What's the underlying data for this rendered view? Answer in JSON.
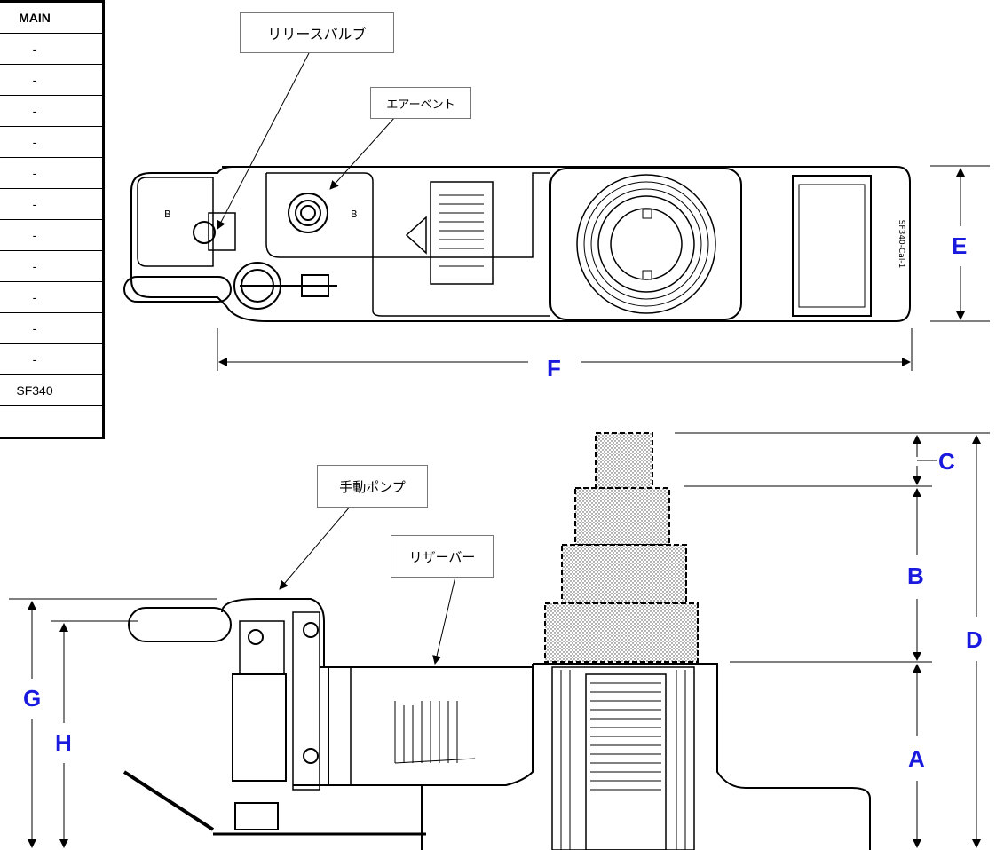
{
  "spec_table": {
    "header": "MAIN",
    "rows": [
      "-",
      "-",
      "-",
      "-",
      "-",
      "-",
      "-",
      "-",
      "-",
      "-",
      "-",
      "SF340",
      ""
    ]
  },
  "callouts": {
    "release_valve": "リリースバルブ",
    "air_vent": "エアーベント",
    "hand_pump": "手動ポンプ",
    "reservoir": "リザーバー"
  },
  "dimensions": {
    "A": "A",
    "B": "B",
    "C": "C",
    "D": "D",
    "E": "E",
    "F": "F",
    "G": "G",
    "H": "H"
  },
  "colors": {
    "dimension_label": "#1a1adf",
    "line": "#000000"
  }
}
